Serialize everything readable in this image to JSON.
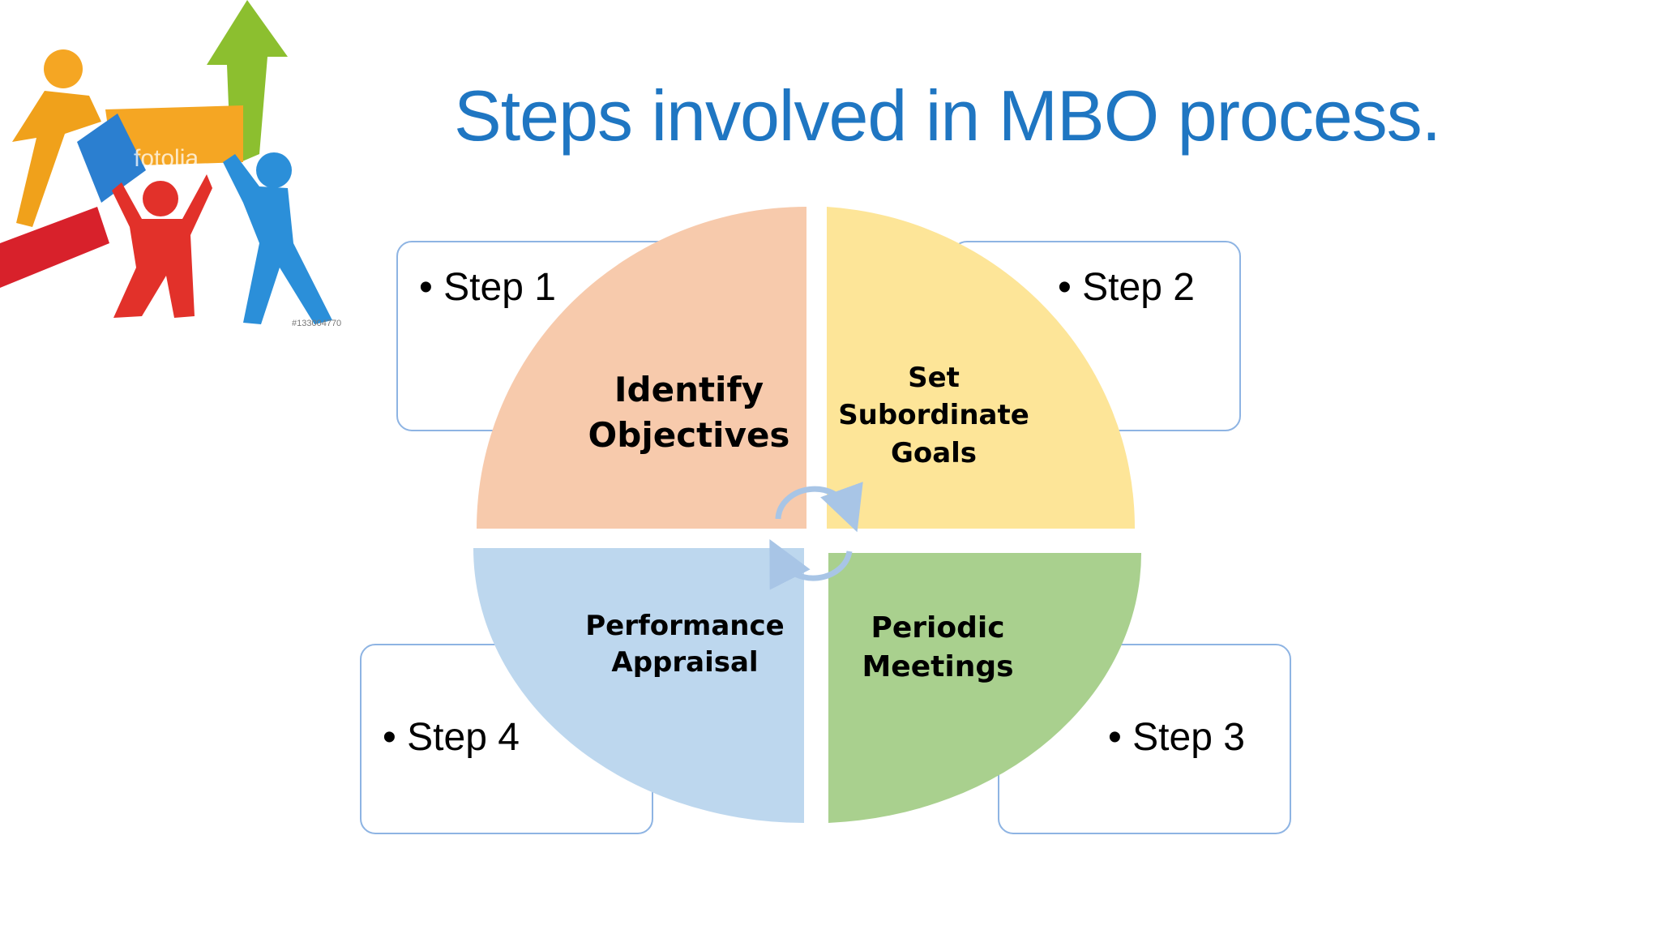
{
  "title": "Steps involved in MBO process.",
  "clipart": {
    "description_icon": "teamwork-puzzle-arrow-icon",
    "watermark": "fotolia",
    "stock_id": "#133004770"
  },
  "steps": [
    {
      "label": "• Step 1",
      "stage": "Identify Objectives",
      "stage_lines": [
        "Identify",
        "Objectives"
      ]
    },
    {
      "label": "• Step 2",
      "stage": "Set Subordinate Goals",
      "stage_lines": [
        "Set",
        "Subordinate",
        "Goals"
      ]
    },
    {
      "label": "• Step 3",
      "stage": "Periodic Meetings",
      "stage_lines": [
        "Periodic",
        "Meetings"
      ]
    },
    {
      "label": "• Step 4",
      "stage": "Performance Appraisal",
      "stage_lines": [
        "Performance",
        "Appraisal"
      ]
    }
  ],
  "colors": {
    "title": "#1f76c2",
    "q1": "#f7caac",
    "q2": "#fde598",
    "q3": "#a9d08e",
    "q4": "#bdd7ee",
    "box_border": "#8eb4e3",
    "cycle_arrow": "#a8c5e6"
  }
}
